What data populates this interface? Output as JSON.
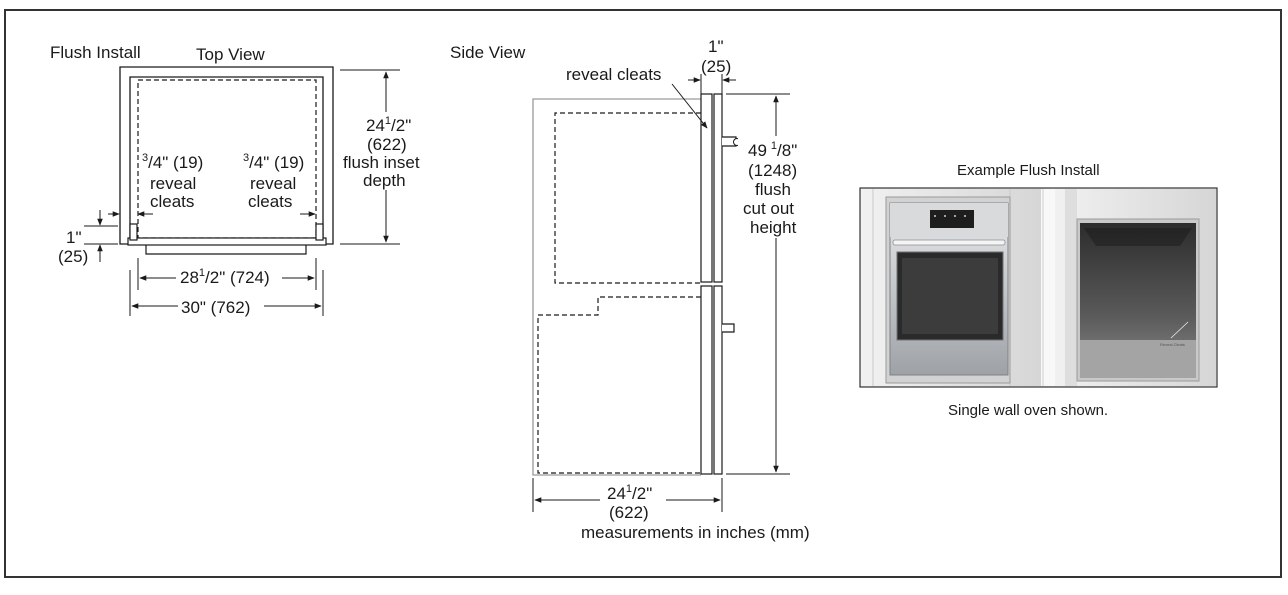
{
  "top_view": {
    "section_title": "Flush Install",
    "view_title": "Top View",
    "depth_frac_whole": "24",
    "depth_frac_num": "1",
    "depth_frac_den": "/2\"",
    "depth_mm": "(622)",
    "depth_label_1": "flush inset",
    "depth_label_2": "depth",
    "cleat_left_num": "3",
    "cleat_left_rest": "/4\" (19)",
    "cleat_left_label_1": "reveal",
    "cleat_left_label_2": "cleats",
    "cleat_right_num": "3",
    "cleat_right_rest": "/4\" (19)",
    "cleat_right_label_1": "reveal",
    "cleat_right_label_2": "cleats",
    "side_dim_in": "1\"",
    "side_dim_mm": "(25)",
    "inner_width_whole": "28",
    "inner_width_num": "1",
    "inner_width_rest": "/2\" (724)",
    "outer_width": "30\" (762)"
  },
  "side_view": {
    "view_title": "Side View",
    "reveal_cleats": "reveal cleats",
    "top_dim_in": "1\"",
    "top_dim_mm": "(25)",
    "height_whole": "49",
    "height_num": "1",
    "height_den": "/8\"",
    "height_mm": "(1248)",
    "height_label_1": "flush",
    "height_label_2": "cut out",
    "height_label_3": "height",
    "depth_whole": "24",
    "depth_num": "1",
    "depth_den": "/2\"",
    "depth_mm": "(622)",
    "measurements_note": "measurements in inches (mm)"
  },
  "example": {
    "title": "Example Flush Install",
    "caption": "Single wall oven shown.",
    "photo_label": "Reveal Cleats"
  }
}
